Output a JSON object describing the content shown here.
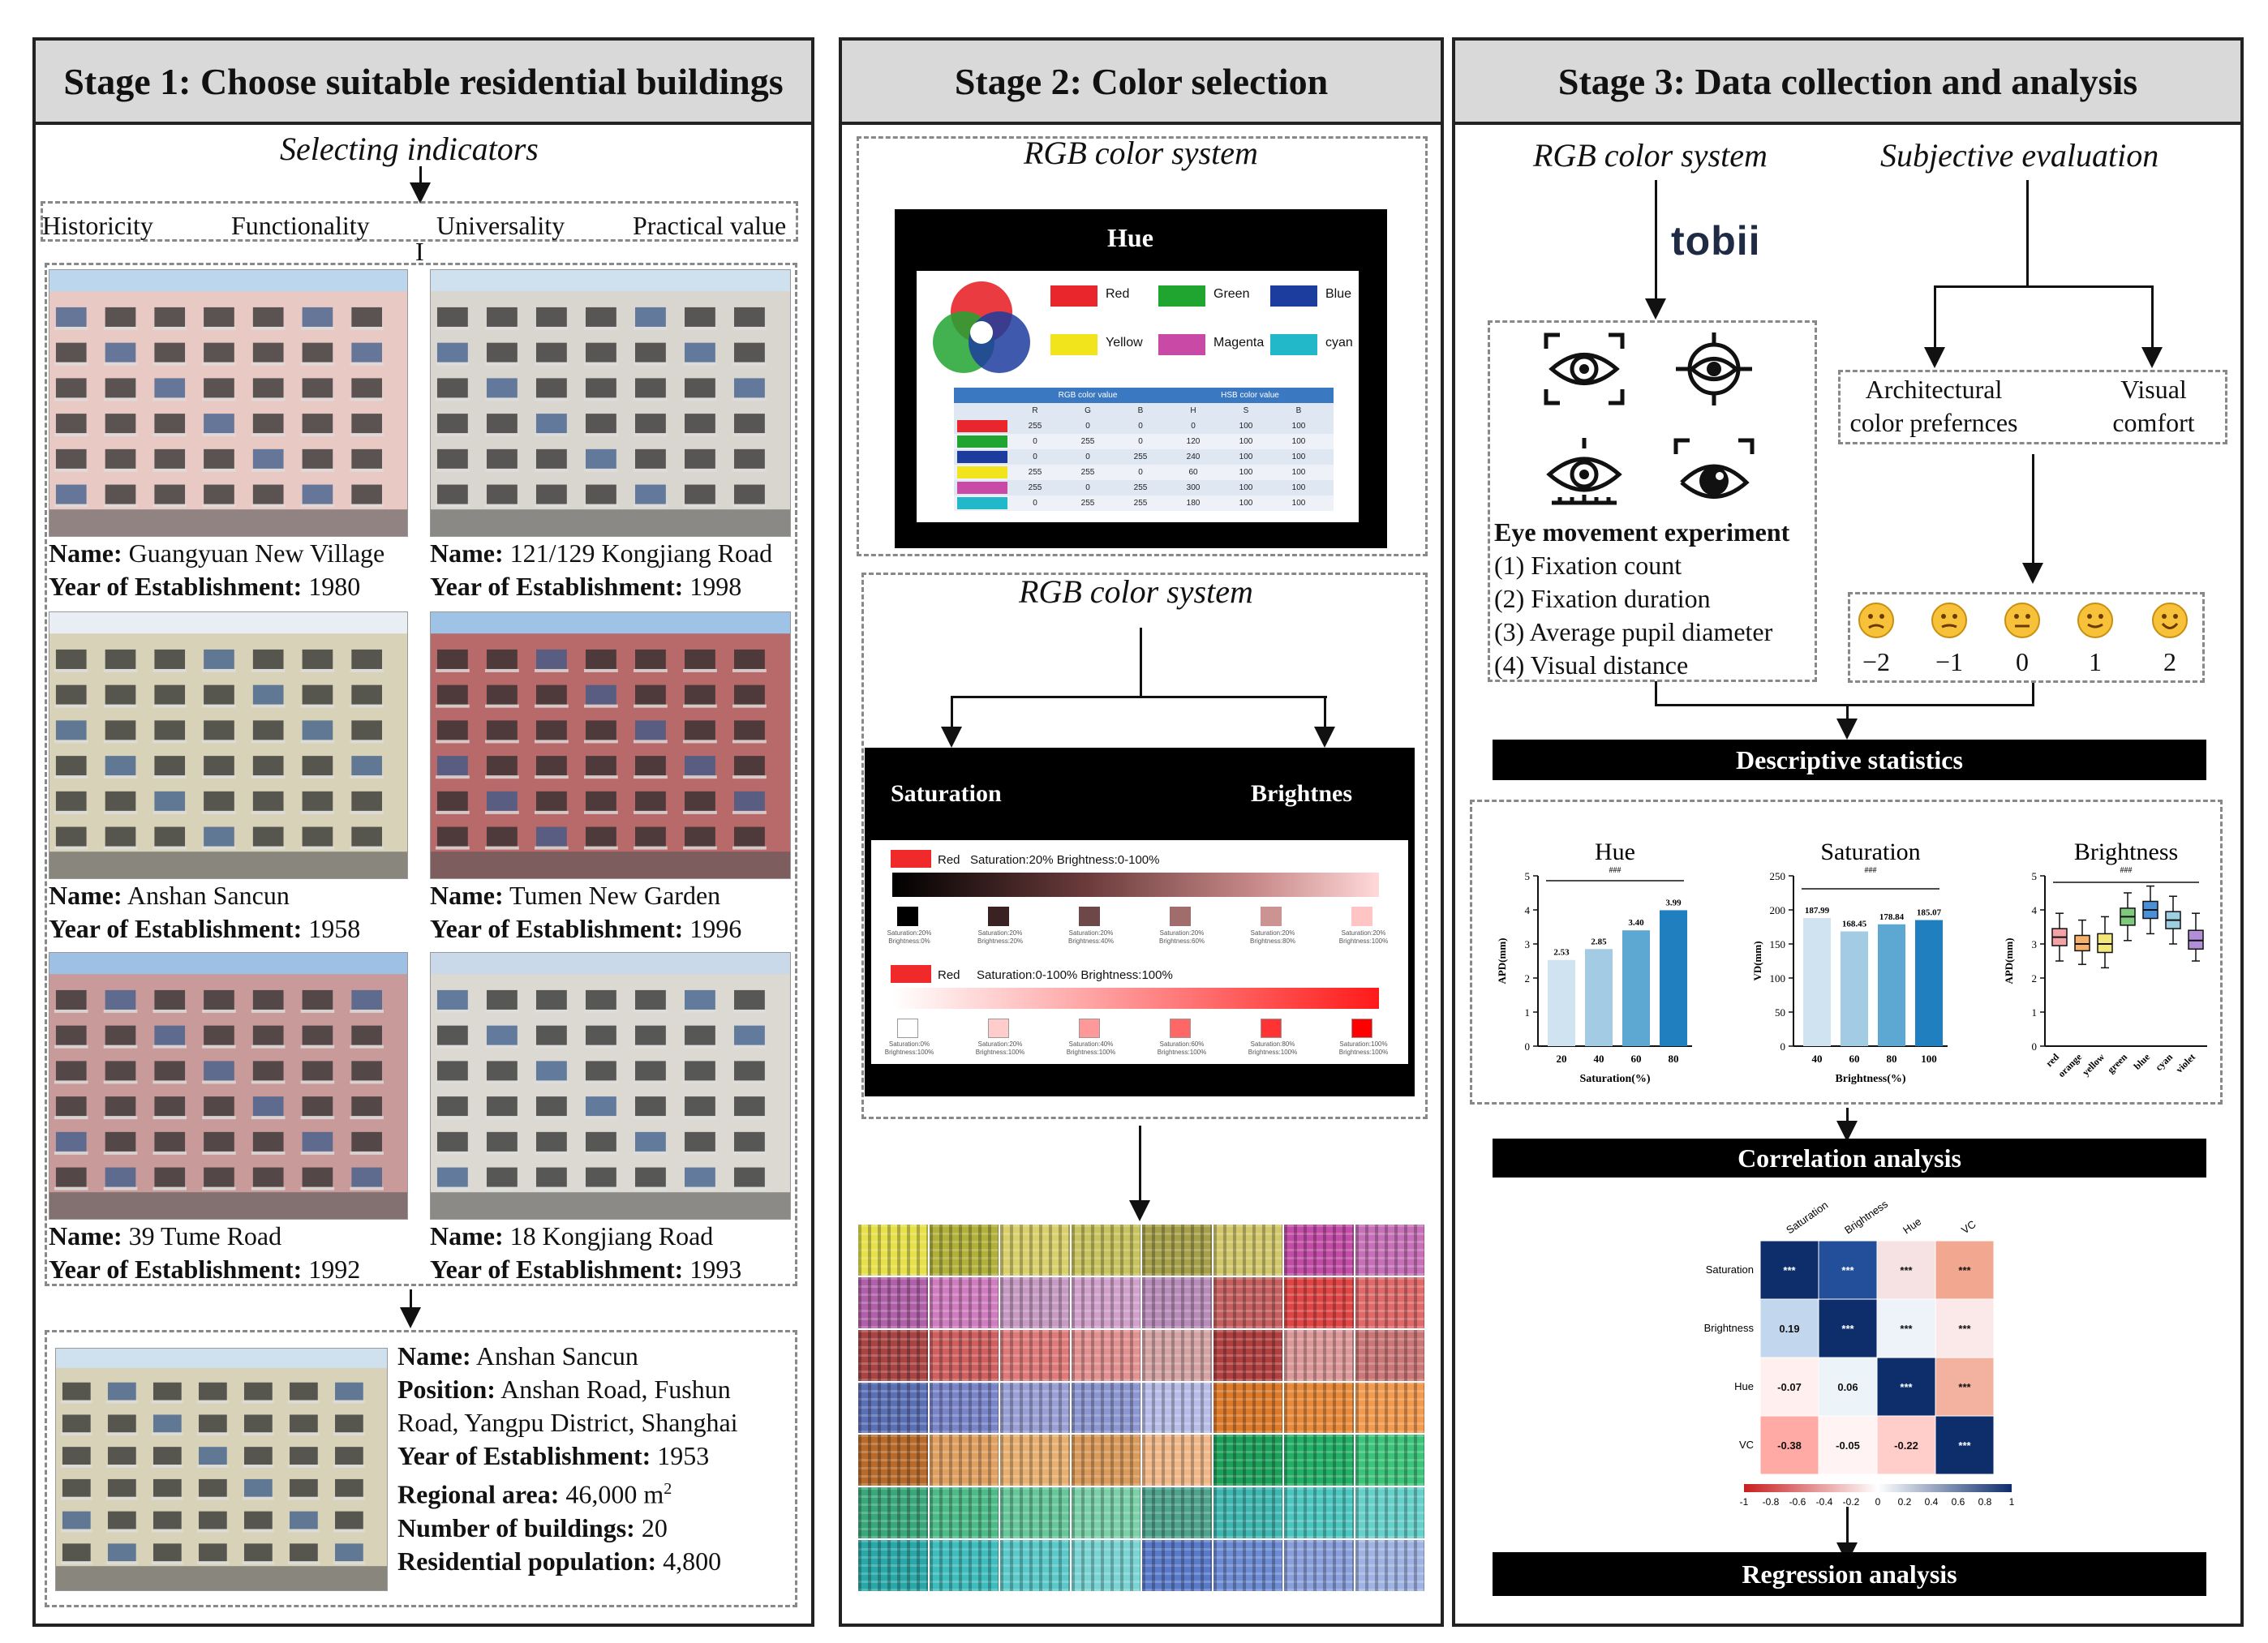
{
  "stage1": {
    "title": "Stage 1: Choose suitable residential buildings",
    "selecting": "Selecting indicators",
    "indicators": [
      "Historicity",
      "Functionality",
      "Universality",
      "Practical value"
    ],
    "cursor": "I",
    "buildings": [
      {
        "name_label": "Name:",
        "name": " Guangyuan New Village",
        "year_label": "Year of Establishment:",
        "year": " 1980"
      },
      {
        "name_label": "Name:",
        "name": " 121/129 Kongjiang Road",
        "year_label": "Year of Establishment:",
        "year": " 1998"
      },
      {
        "name_label": "Name:",
        "name": " Anshan Sancun",
        "year_label": "Year of Establishment:",
        "year": " 1958"
      },
      {
        "name_label": "Name:",
        "name": " Tumen New Garden",
        "year_label": "Year of Establishment:",
        "year": " 1996"
      },
      {
        "name_label": "Name:",
        "name": " 39 Tume Road",
        "year_label": "Year of Establishment:",
        "year": " 1992"
      },
      {
        "name_label": "Name:",
        "name": " 18 Kongjiang Road",
        "year_label": "Year of Establishment:",
        "year": " 1993"
      }
    ],
    "selected": {
      "name_label": "Name:",
      "name": " Anshan Sancun",
      "pos_label": "Position:",
      "pos1": " Anshan Road, Fushun",
      "pos2": "Road, Yangpu District, Shanghai",
      "year_label": "Year of Establishment:",
      "year": " 1953",
      "area_label": "Regional area:",
      "area": " 46,000 m",
      "area_sup": "2",
      "count_label": "Number of buildings:",
      "count": " 20",
      "pop_label": "Residential population:",
      "pop": " 4,800"
    }
  },
  "stage2": {
    "title": "Stage 2: Color selection",
    "rgb1": "RGB color system",
    "rgb2": "RGB color system",
    "hue_title": "Hue",
    "hue_swatches": [
      {
        "label": "Red",
        "color": "#e8262b"
      },
      {
        "label": "Green",
        "color": "#21a531"
      },
      {
        "label": "Blue",
        "color": "#1d3d9e"
      },
      {
        "label": "Yellow",
        "color": "#f2e41c"
      },
      {
        "label": "Magenta",
        "color": "#c84aa6"
      },
      {
        "label": "cyan",
        "color": "#22b7c9"
      }
    ],
    "table_headers": [
      "RGB color value",
      "HSB color value"
    ],
    "table_sub": [
      "R",
      "G",
      "B",
      "H",
      "S",
      "B"
    ],
    "table_rows": [
      [
        "255",
        "0",
        "0",
        "0",
        "100",
        "100"
      ],
      [
        "0",
        "255",
        "0",
        "120",
        "100",
        "100"
      ],
      [
        "0",
        "0",
        "255",
        "240",
        "100",
        "100"
      ],
      [
        "255",
        "255",
        "0",
        "60",
        "100",
        "100"
      ],
      [
        "255",
        "0",
        "255",
        "300",
        "100",
        "100"
      ],
      [
        "0",
        "255",
        "255",
        "180",
        "100",
        "100"
      ]
    ],
    "sat_title": "Saturation",
    "bri_title": "Brightnes",
    "row1_label": "Red",
    "row1_desc": "Saturation:20%  Brightness:0-100%",
    "row1_caps": [
      "Saturation:20%\nBrightness:0%",
      "Saturation:20%\nBrightness:20%",
      "Saturation:20%\nBrightness:40%",
      "Saturation:20%\nBrightness:60%",
      "Saturation:20%\nBrightness:80%",
      "Saturation:20%\nBrightness:100%"
    ],
    "row2_label": "Red",
    "row2_desc": "Saturation:0-100%  Brightness:100%",
    "row2_caps": [
      "Saturation:0%\nBrightness:100%",
      "Saturation:20%\nBrightness:100%",
      "Saturation:40%\nBrightness:100%",
      "Saturation:60%\nBrightness:100%",
      "Saturation:80%\nBrightness:100%",
      "Saturation:100%\nBrightness:100%"
    ]
  },
  "stage3": {
    "title": "Stage 3: Data collection and analysis",
    "rgb": "RGB color system",
    "subjective": "Subjective evaluation",
    "tobii": "tobii",
    "eye_title": "Eye movement experiment",
    "eye_items": [
      "(1) Fixation count",
      "(2) Fixation duration",
      "(3) Average pupil diameter",
      "(4) Visual distance"
    ],
    "arch1": "Architectural",
    "arch2": "color prefernces",
    "vis1": "Visual",
    "vis2": "comfort",
    "scale": [
      "−2",
      "−1",
      "0",
      "1",
      "2"
    ],
    "descriptive": "Descriptive statistics",
    "correlation": "Correlation analysis",
    "regression": "Regression analysis",
    "sig": "###"
  },
  "chart_data": [
    {
      "type": "bar",
      "title": "Hue",
      "xlabel": "Saturation(%)",
      "ylabel": "APD(mm)",
      "categories": [
        "20",
        "40",
        "60",
        "80"
      ],
      "values": [
        2.53,
        2.85,
        3.4,
        3.99
      ],
      "value_labels": [
        "2.53",
        "2.85",
        "3.40",
        "3.99"
      ],
      "ylim": [
        0,
        5
      ],
      "yticks": [
        "0",
        "1",
        "2",
        "3",
        "4",
        "5"
      ],
      "colors": [
        "#cfe3f1",
        "#a3cbe4",
        "#5da8d3",
        "#1f7fbf"
      ]
    },
    {
      "type": "bar",
      "title": "Saturation",
      "xlabel": "Brightness(%)",
      "ylabel": "VD(mm)",
      "categories": [
        "40",
        "60",
        "80",
        "100"
      ],
      "values": [
        187.99,
        168.45,
        178.84,
        185.07
      ],
      "value_labels": [
        "187.99",
        "168.45",
        "178.84",
        "185.07"
      ],
      "ylim": [
        0,
        250
      ],
      "yticks": [
        "0",
        "50",
        "100",
        "150",
        "200",
        "250"
      ],
      "colors": [
        "#cfe3f1",
        "#a3cbe4",
        "#5da8d3",
        "#1f7fbf"
      ]
    },
    {
      "type": "box",
      "title": "Brightness",
      "ylabel": "APD(mm)",
      "categories": [
        "red",
        "orange",
        "yellow",
        "green",
        "blue",
        "cyan",
        "violet"
      ],
      "medians": [
        3.2,
        3.0,
        3.0,
        3.8,
        4.0,
        3.7,
        3.1
      ],
      "q1": [
        2.95,
        2.8,
        2.75,
        3.55,
        3.75,
        3.45,
        2.85
      ],
      "q3": [
        3.45,
        3.25,
        3.3,
        4.05,
        4.25,
        3.95,
        3.4
      ],
      "min": [
        2.5,
        2.4,
        2.3,
        3.1,
        3.3,
        3.0,
        2.5
      ],
      "max": [
        3.9,
        3.7,
        3.8,
        4.5,
        4.7,
        4.4,
        3.9
      ],
      "colors": [
        "#f3a3a6",
        "#f6b26b",
        "#f3e77a",
        "#7fc97f",
        "#4a90d9",
        "#9ccfe0",
        "#b38ed8"
      ],
      "ylim": [
        0,
        5
      ],
      "yticks": [
        "0",
        "1",
        "2",
        "3",
        "4",
        "5"
      ]
    },
    {
      "type": "heatmap",
      "labels": [
        "Saturation",
        "Brightness",
        "Hue",
        "VC"
      ],
      "lower_values": [
        [
          null,
          null,
          null,
          null
        ],
        [
          0.19,
          null,
          null,
          null
        ],
        [
          -0.07,
          0.06,
          null,
          null
        ],
        [
          -0.38,
          -0.05,
          -0.22,
          null
        ]
      ],
      "lower_labels": [
        [
          "",
          "",
          "",
          ""
        ],
        [
          "0.19",
          "",
          "",
          ""
        ],
        [
          "-0.07",
          "0.06",
          "",
          ""
        ],
        [
          "-0.38",
          "-0.05",
          "-0.22",
          ""
        ]
      ],
      "upper_labels": "***",
      "colorbar_ticks": [
        "-1",
        "-0.8",
        "-0.6",
        "-0.4",
        "-0.2",
        "0",
        "0.2",
        "0.4",
        "0.6",
        "0.8",
        "1"
      ]
    }
  ]
}
